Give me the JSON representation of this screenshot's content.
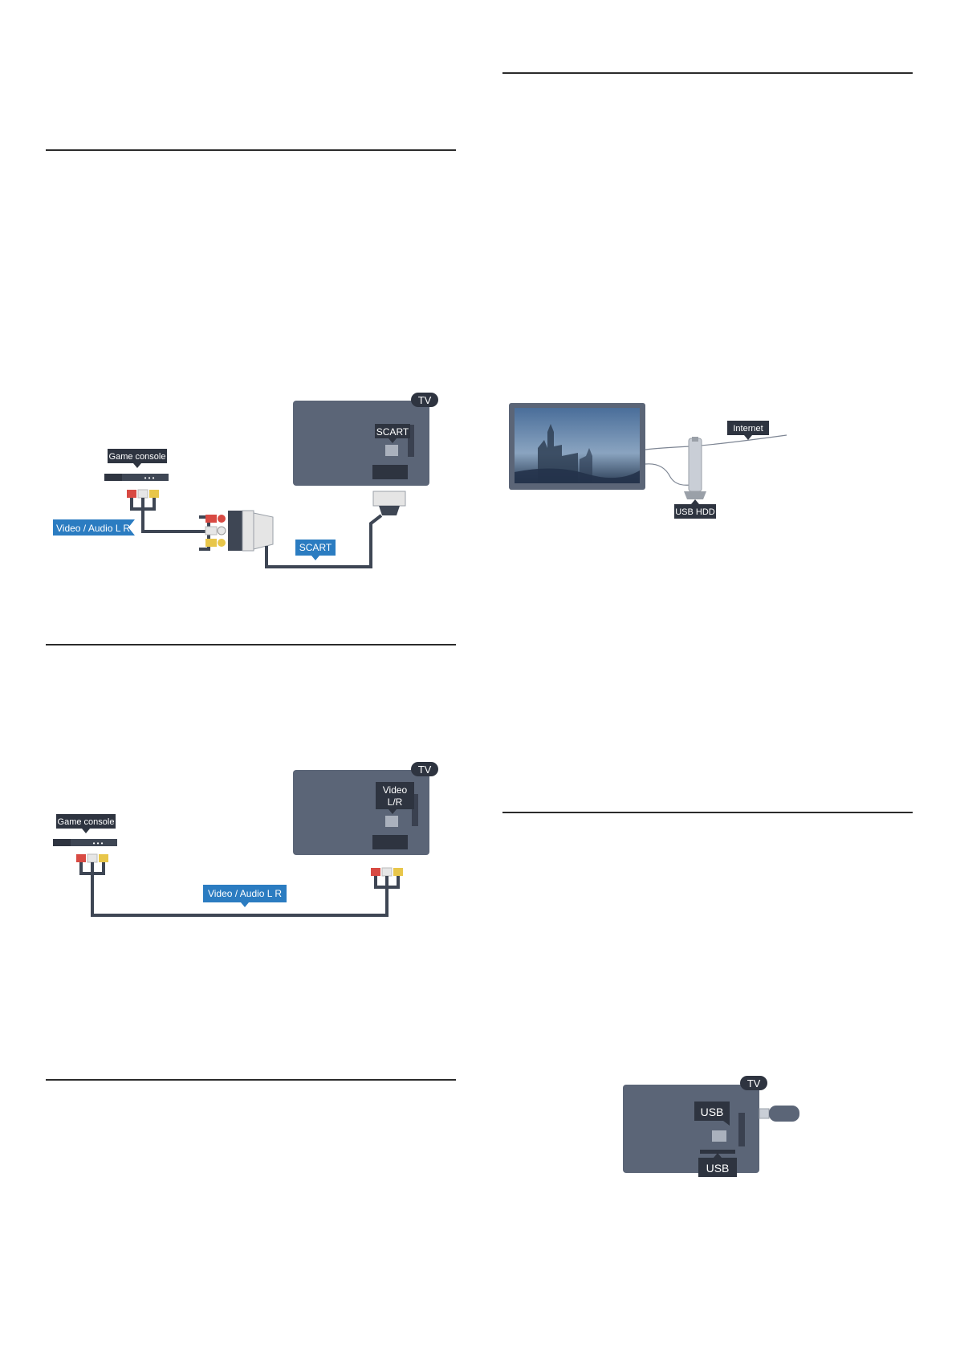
{
  "colors": {
    "rule": "#2b2b2b",
    "tv_body": "#5b6577",
    "tv_inner": "#6a7486",
    "tag_dark": "#2e3440",
    "tag_blue": "#2b7cc1",
    "cable": "#3e4654",
    "rca_red": "#d84a43",
    "rca_white": "#e6e6e6",
    "rca_yellow": "#e8c64a"
  },
  "figure1": {
    "tv_tag": "TV",
    "port_label": "SCART",
    "console_label": "Game console",
    "console_dots": "• • •",
    "cable_label": "Video / Audio L R",
    "scart_cable_label": "SCART"
  },
  "figure2": {
    "tv_tag": "TV",
    "port_label_line1": "Video",
    "port_label_line2": "L/R",
    "console_label": "Game console",
    "console_dots": "• • •",
    "cable_label": "Video / Audio L R"
  },
  "figure3": {
    "internet_label": "Internet",
    "usb_hdd_label": "USB HDD"
  },
  "figure4": {
    "tv_tag": "TV",
    "usb_top_label": "USB",
    "usb_bottom_label": "USB"
  }
}
